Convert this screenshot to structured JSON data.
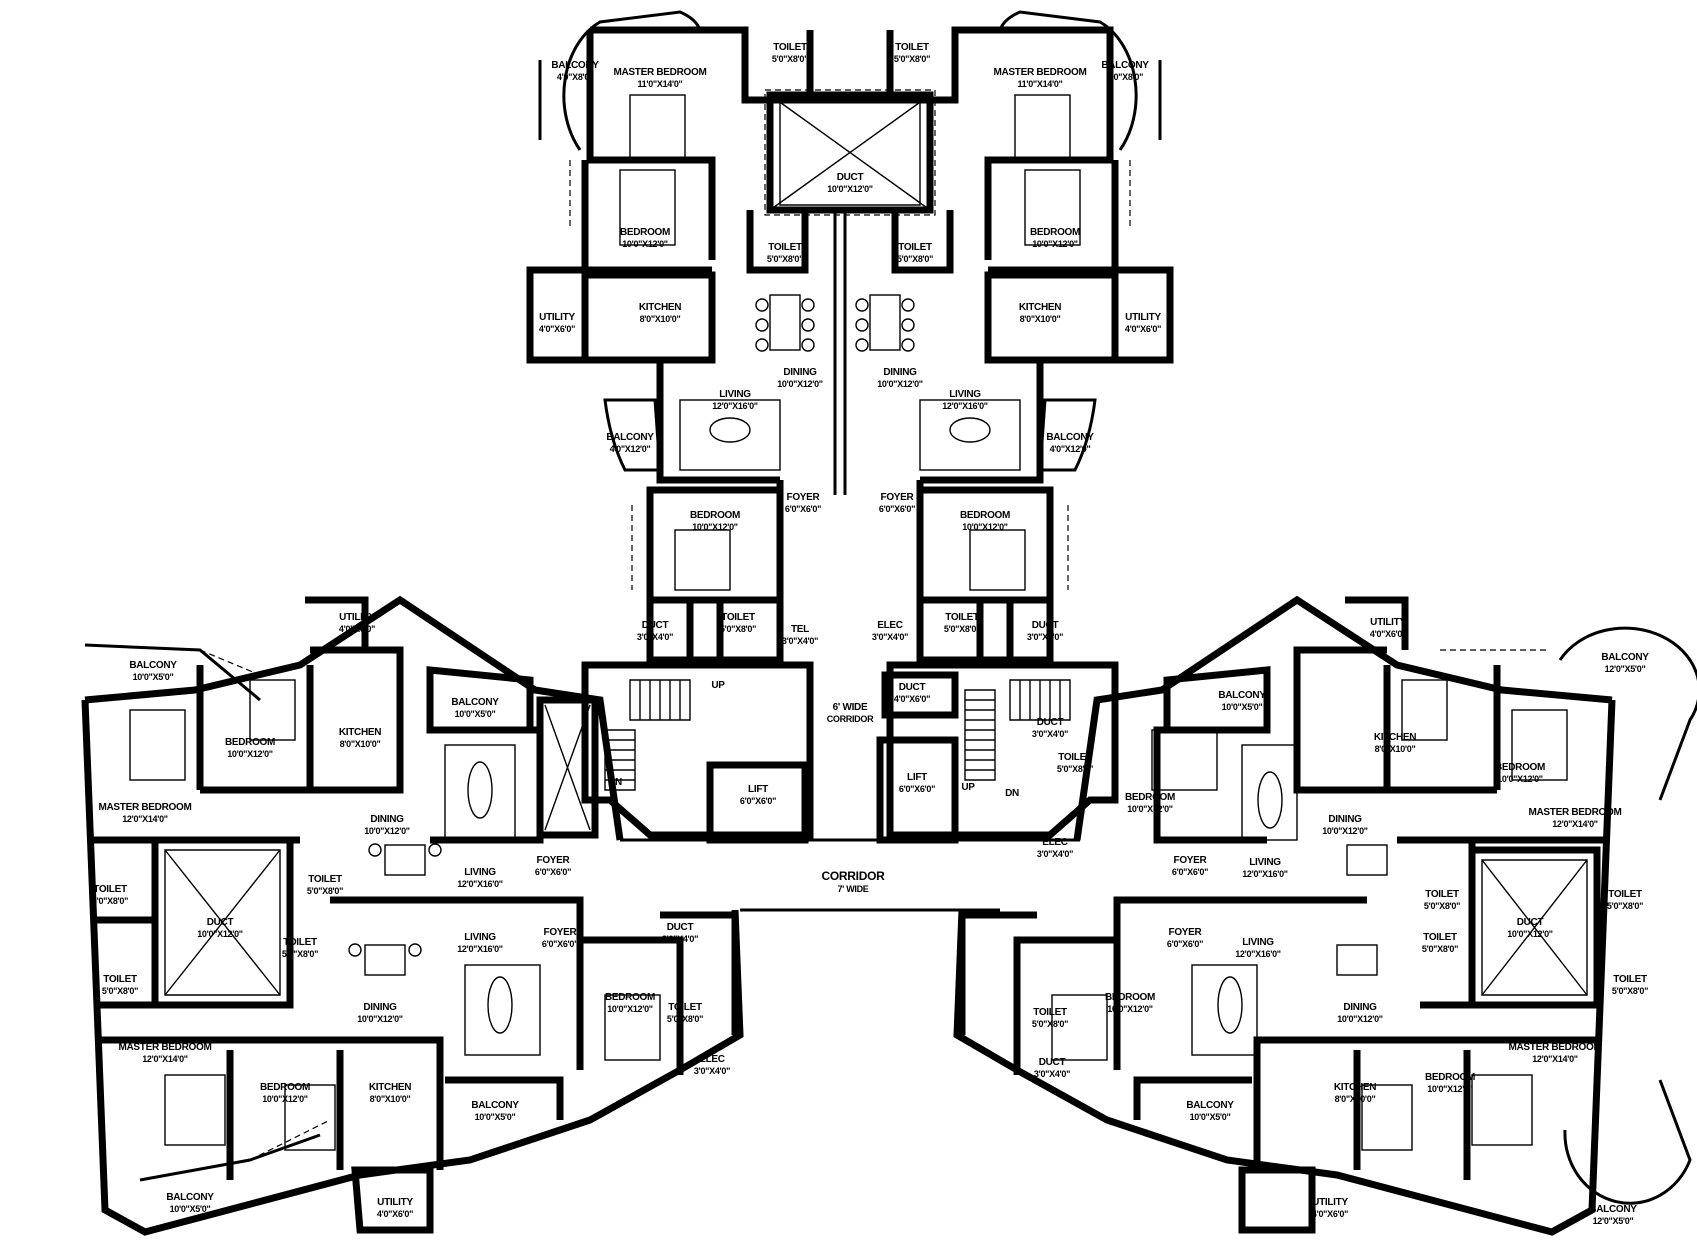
{
  "rooms": [
    {
      "name": "MASTER BEDROOM",
      "dim": "11'0\"X14'0\"",
      "id": "t1-master"
    },
    {
      "name": "BEDROOM",
      "dim": "10'0\"X12'0\"",
      "id": "t1-bed1"
    },
    {
      "name": "TOILET",
      "dim": "5'0\"X8'0\"",
      "id": "t1-toilet-a"
    },
    {
      "name": "DUCT",
      "dim": "10'0\"X12'0\"",
      "id": "t1-duct"
    },
    {
      "name": "TOILET",
      "dim": "5'0\"X8'0\"",
      "id": "t1-toilet-b"
    },
    {
      "name": "KITCHEN",
      "dim": "8'0\"X10'0\"",
      "id": "t1-kitchen"
    },
    {
      "name": "UTILITY",
      "dim": "4'0\"X6'0\"",
      "id": "t1-utility"
    },
    {
      "name": "DINING",
      "dim": "10'0\"X12'0\"",
      "id": "t1-dining"
    },
    {
      "name": "BALCONY",
      "dim": "4'0\"X12'0\"",
      "id": "t1-balcony"
    },
    {
      "name": "LIVING",
      "dim": "12'0\"X16'0\"",
      "id": "t1-living"
    },
    {
      "name": "FOYER",
      "dim": "6'0\"X6'0\"",
      "id": "t1-foyer"
    },
    {
      "name": "BEDROOM",
      "dim": "10'0\"X12'0\"",
      "id": "t1-bed2"
    },
    {
      "name": "TOILET",
      "dim": "5'0\"X8'0\"",
      "id": "t1-toilet-c"
    },
    {
      "name": "DUCT",
      "dim": "3'0\"X4'0\"",
      "id": "t1-duct2"
    },
    {
      "name": "TEL",
      "dim": "3'0\"X4'0\"",
      "id": "t1-tel"
    },
    {
      "name": "BALCONY",
      "dim": "4'0\"X8'0\"",
      "id": "t1-bal-curve"
    },
    {
      "name": "MASTER BEDROOM",
      "dim": "11'0\"X14'0\"",
      "id": "t2-master"
    },
    {
      "name": "BEDROOM",
      "dim": "10'0\"X12'0\"",
      "id": "t2-bed1"
    },
    {
      "name": "KITCHEN",
      "dim": "8'0\"X10'0\"",
      "id": "t2-kitchen"
    },
    {
      "name": "DINING",
      "dim": "10'0\"X12'0\"",
      "id": "t2-dining"
    },
    {
      "name": "LIVING",
      "dim": "12'0\"X16'0\"",
      "id": "t2-living"
    },
    {
      "name": "FOYER",
      "dim": "6'0\"X6'0\"",
      "id": "t2-foyer"
    },
    {
      "name": "BEDROOM",
      "dim": "10'0\"X12'0\"",
      "id": "t2-bed2"
    },
    {
      "name": "TOILET",
      "dim": "5'0\"X8'0\"",
      "id": "t2-toilet-c"
    },
    {
      "name": "DUCT",
      "dim": "3'0\"X4'0\"",
      "id": "t2-duct2"
    },
    {
      "name": "ELEC",
      "dim": "3'0\"X4'0\"",
      "id": "t2-elec"
    },
    {
      "name": "UTILITY",
      "dim": "4'0\"X6'0\"",
      "id": "t2-utility"
    },
    {
      "name": "BALCONY",
      "dim": "4'0\"X12'0\"",
      "id": "t2-balcony"
    },
    {
      "name": "TOILET",
      "dim": "5'0\"X8'0\"",
      "id": "t2-toilet-a"
    },
    {
      "name": "TOILET",
      "dim": "5'0\"X8'0\"",
      "id": "t2-toilet-b"
    },
    {
      "name": "BALCONY",
      "dim": "4'0\"X8'0\"",
      "id": "t2-bal-curve"
    },
    {
      "name": "LIFT",
      "dim": "6'0\"X6'0\"",
      "id": "lift-1"
    },
    {
      "name": "LIFT",
      "dim": "6'0\"X6'0\"",
      "id": "lift-2"
    },
    {
      "name": "CORRIDOR",
      "dim": "7' WIDE",
      "id": "corridor-main"
    },
    {
      "name": "6' WIDE",
      "dim": "CORRIDOR",
      "id": "corridor-v"
    },
    {
      "name": "DUCT",
      "dim": "4'0\"X6'0\"",
      "id": "duct-core"
    },
    {
      "name": "UP",
      "dim": "",
      "id": "stair-up-1"
    },
    {
      "name": "DN",
      "dim": "",
      "id": "stair-dn-1"
    },
    {
      "name": "UP",
      "dim": "",
      "id": "stair-up-2"
    },
    {
      "name": "DN",
      "dim": "",
      "id": "stair-dn-2"
    },
    {
      "name": "BALCONY",
      "dim": "10'0\"X5'0\"",
      "id": "l-balcony-top"
    },
    {
      "name": "BEDROOM",
      "dim": "10'0\"X12'0\"",
      "id": "l-bed-top"
    },
    {
      "name": "UTILITY",
      "dim": "4'0\"X6'0\"",
      "id": "l-utility-top"
    },
    {
      "name": "KITCHEN",
      "dim": "8'0\"X10'0\"",
      "id": "l-kitchen-top"
    },
    {
      "name": "BALCONY",
      "dim": "10'0\"X5'0\"",
      "id": "l-balcony-mid"
    },
    {
      "name": "MASTER BEDROOM",
      "dim": "12'0\"X14'0\"",
      "id": "l-master-top"
    },
    {
      "name": "DINING",
      "dim": "10'0\"X12'0\"",
      "id": "l-dining-top"
    },
    {
      "name": "LIVING",
      "dim": "12'0\"X16'0\"",
      "id": "l-living-top"
    },
    {
      "name": "FOYER",
      "dim": "6'0\"X6'0\"",
      "id": "l-foyer-top"
    },
    {
      "name": "TOILET",
      "dim": "5'0\"X8'0\"",
      "id": "l-toilet-1"
    },
    {
      "name": "TOILET",
      "dim": "5'0\"X8'0\"",
      "id": "l-toilet-2"
    },
    {
      "name": "DUCT",
      "dim": "10'0\"X12'0\"",
      "id": "l-duct"
    },
    {
      "name": "TOILET",
      "dim": "5'0\"X8'0\"",
      "id": "l-toilet-3"
    },
    {
      "name": "TOILET",
      "dim": "5'0\"X8'0\"",
      "id": "l-toilet-4"
    },
    {
      "name": "LIVING",
      "dim": "12'0\"X16'0\"",
      "id": "l-living-bot"
    },
    {
      "name": "FOYER",
      "dim": "6'0\"X6'0\"",
      "id": "l-foyer-bot"
    },
    {
      "name": "DINING",
      "dim": "10'0\"X12'0\"",
      "id": "l-dining-bot"
    },
    {
      "name": "BEDROOM",
      "dim": "10'0\"X12'0\"",
      "id": "l-bed-right"
    },
    {
      "name": "TOILET",
      "dim": "5'0\"X8'0\"",
      "id": "l-toilet-5"
    },
    {
      "name": "DUCT",
      "dim": "3'0\"X4'0\"",
      "id": "l-duct-small"
    },
    {
      "name": "ELEC",
      "dim": "3'0\"X4'0\"",
      "id": "l-elec"
    },
    {
      "name": "MASTER BEDROOM",
      "dim": "12'0\"X14'0\"",
      "id": "l-master-bot"
    },
    {
      "name": "BEDROOM",
      "dim": "10'0\"X12'0\"",
      "id": "l-bed-bot"
    },
    {
      "name": "KITCHEN",
      "dim": "8'0\"X10'0\"",
      "id": "l-kitchen-bot"
    },
    {
      "name": "BALCONY",
      "dim": "10'0\"X5'0\"",
      "id": "l-balcony-bot"
    },
    {
      "name": "BALCONY",
      "dim": "10'0\"X5'0\"",
      "id": "l-balcony-bot2"
    },
    {
      "name": "UTILITY",
      "dim": "4'0\"X6'0\"",
      "id": "l-utility-bot"
    },
    {
      "name": "BALCONY",
      "dim": "10'0\"X5'0\"",
      "id": "r-balcony-top"
    },
    {
      "name": "UTILITY",
      "dim": "4'0\"X6'0\"",
      "id": "r-utility-top"
    },
    {
      "name": "BALCONY",
      "dim": "12'0\"X5'0\"",
      "id": "r-balcony-curve-top"
    },
    {
      "name": "KITCHEN",
      "dim": "8'0\"X10'0\"",
      "id": "r-kitchen-top"
    },
    {
      "name": "BEDROOM",
      "dim": "10'0\"X12'0\"",
      "id": "r-bed-top"
    },
    {
      "name": "MASTER BEDROOM",
      "dim": "12'0\"X14'0\"",
      "id": "r-master-top"
    },
    {
      "name": "BEDROOM",
      "dim": "10'0\"X12'0\"",
      "id": "r-bed-left"
    },
    {
      "name": "TOILET",
      "dim": "5'0\"X8'0\"",
      "id": "r-toilet-1"
    },
    {
      "name": "ELEC",
      "dim": "3'0\"X4'0\"",
      "id": "r-elec"
    },
    {
      "name": "DUCT",
      "dim": "3'0\"X4'0\"",
      "id": "r-duct-small"
    },
    {
      "name": "LIVING",
      "dim": "12'0\"X16'0\"",
      "id": "r-living-top"
    },
    {
      "name": "DINING",
      "dim": "10'0\"X12'0\"",
      "id": "r-dining-top"
    },
    {
      "name": "FOYER",
      "dim": "6'0\"X6'0\"",
      "id": "r-foyer-top"
    },
    {
      "name": "TOILET",
      "dim": "5'0\"X8'0\"",
      "id": "r-toilet-2"
    },
    {
      "name": "DUCT",
      "dim": "10'0\"X12'0\"",
      "id": "r-duct"
    },
    {
      "name": "TOILET",
      "dim": "5'0\"X8'0\"",
      "id": "r-toilet-3"
    },
    {
      "name": "TOILET",
      "dim": "5'0\"X8'0\"",
      "id": "r-toilet-4"
    },
    {
      "name": "TOILET",
      "dim": "5'0\"X8'0\"",
      "id": "r-toilet-5"
    },
    {
      "name": "FOYER",
      "dim": "6'0\"X6'0\"",
      "id": "r-foyer-bot"
    },
    {
      "name": "LIVING",
      "dim": "12'0\"X16'0\"",
      "id": "r-living-bot"
    },
    {
      "name": "DINING",
      "dim": "10'0\"X12'0\"",
      "id": "r-dining-bot"
    },
    {
      "name": "BEDROOM",
      "dim": "10'0\"X12'0\"",
      "id": "r-bed-bot-left"
    },
    {
      "name": "TOILET",
      "dim": "5'0\"X8'0\"",
      "id": "r-toilet-6"
    },
    {
      "name": "DUCT",
      "dim": "3'0\"X4'0\"",
      "id": "r-duct-2"
    },
    {
      "name": "KITCHEN",
      "dim": "8'0\"X10'0\"",
      "id": "r-kitchen-bot"
    },
    {
      "name": "BEDROOM",
      "dim": "10'0\"X12'0\"",
      "id": "r-bed-bot"
    },
    {
      "name": "MASTER BEDROOM",
      "dim": "12'0\"X14'0\"",
      "id": "r-master-bot"
    },
    {
      "name": "BALCONY",
      "dim": "10'0\"X5'0\"",
      "id": "r-balcony-bot"
    },
    {
      "name": "UTILITY",
      "dim": "4'0\"X6'0\"",
      "id": "r-utility-bot"
    },
    {
      "name": "BALCONY",
      "dim": "12'0\"X5'0\"",
      "id": "r-balcony-curve-bot"
    }
  ]
}
